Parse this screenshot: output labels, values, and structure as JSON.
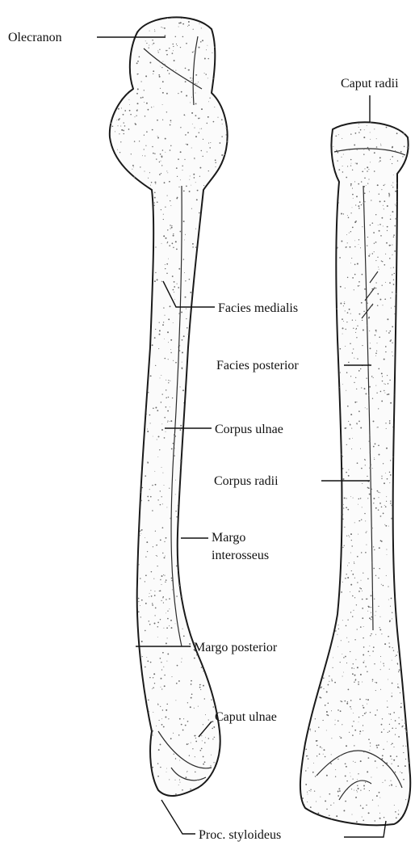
{
  "labels": {
    "olecranon": "Olecranon",
    "caput_radii": "Caput radii",
    "facies_medialis": "Facies medialis",
    "facies_posterior": "Facies posterior",
    "corpus_ulnae": "Corpus ulnae",
    "corpus_radii": "Corpus radii",
    "margo_interosseus_line1": "Margo",
    "margo_interosseus_line2": "interosseus",
    "margo_posterior": "Margo posterior",
    "caput_ulnae": "Caput ulnae",
    "proc_styloideus": "Proc. styloideus"
  },
  "colors": {
    "ink": "#111111",
    "bone_fill": "#fbfbfb",
    "background": "#ffffff"
  }
}
